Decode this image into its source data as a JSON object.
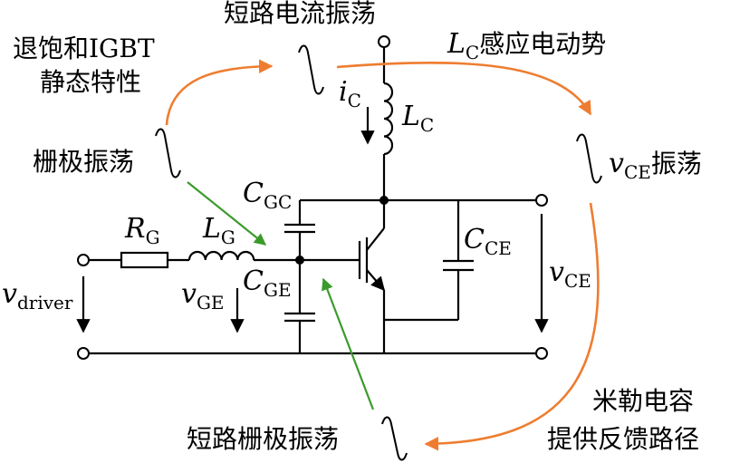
{
  "labels": {
    "short_circuit_current_osc": "短路电流振荡",
    "lc_induced_emf_sym": "L",
    "lc_induced_emf_sub": "C",
    "lc_induced_emf_text": "感应电动势",
    "desat_igbt_line1": "退饱和IGBT",
    "desat_igbt_line2": "静态特性",
    "gate_osc": "栅极振荡",
    "vce_osc_sym": "v",
    "vce_osc_sub": "CE",
    "vce_osc_text": "振荡",
    "miller_line1": "米勒电容",
    "miller_line2": "提供反馈路径",
    "short_gate_osc": "短路栅极振荡"
  },
  "components": {
    "ic_sym": "i",
    "ic_sub": "C",
    "lc_sym": "L",
    "lc_sub": "C",
    "rg_sym": "R",
    "rg_sub": "G",
    "lg_sym": "L",
    "lg_sub": "G",
    "cgc_sym": "C",
    "cgc_sub": "GC",
    "cge_sym": "C",
    "cge_sub": "GE",
    "cce_sym": "C",
    "cce_sub": "CE",
    "vdriver_sym": "v",
    "vdriver_sub": "driver",
    "vge_sym": "v",
    "vge_sub": "GE",
    "vce_sym": "v",
    "vce_sub": "CE"
  },
  "colors": {
    "orange_arrow": "#ee7d31",
    "green_arrow": "#3a9b2a",
    "wire": "#000000"
  }
}
